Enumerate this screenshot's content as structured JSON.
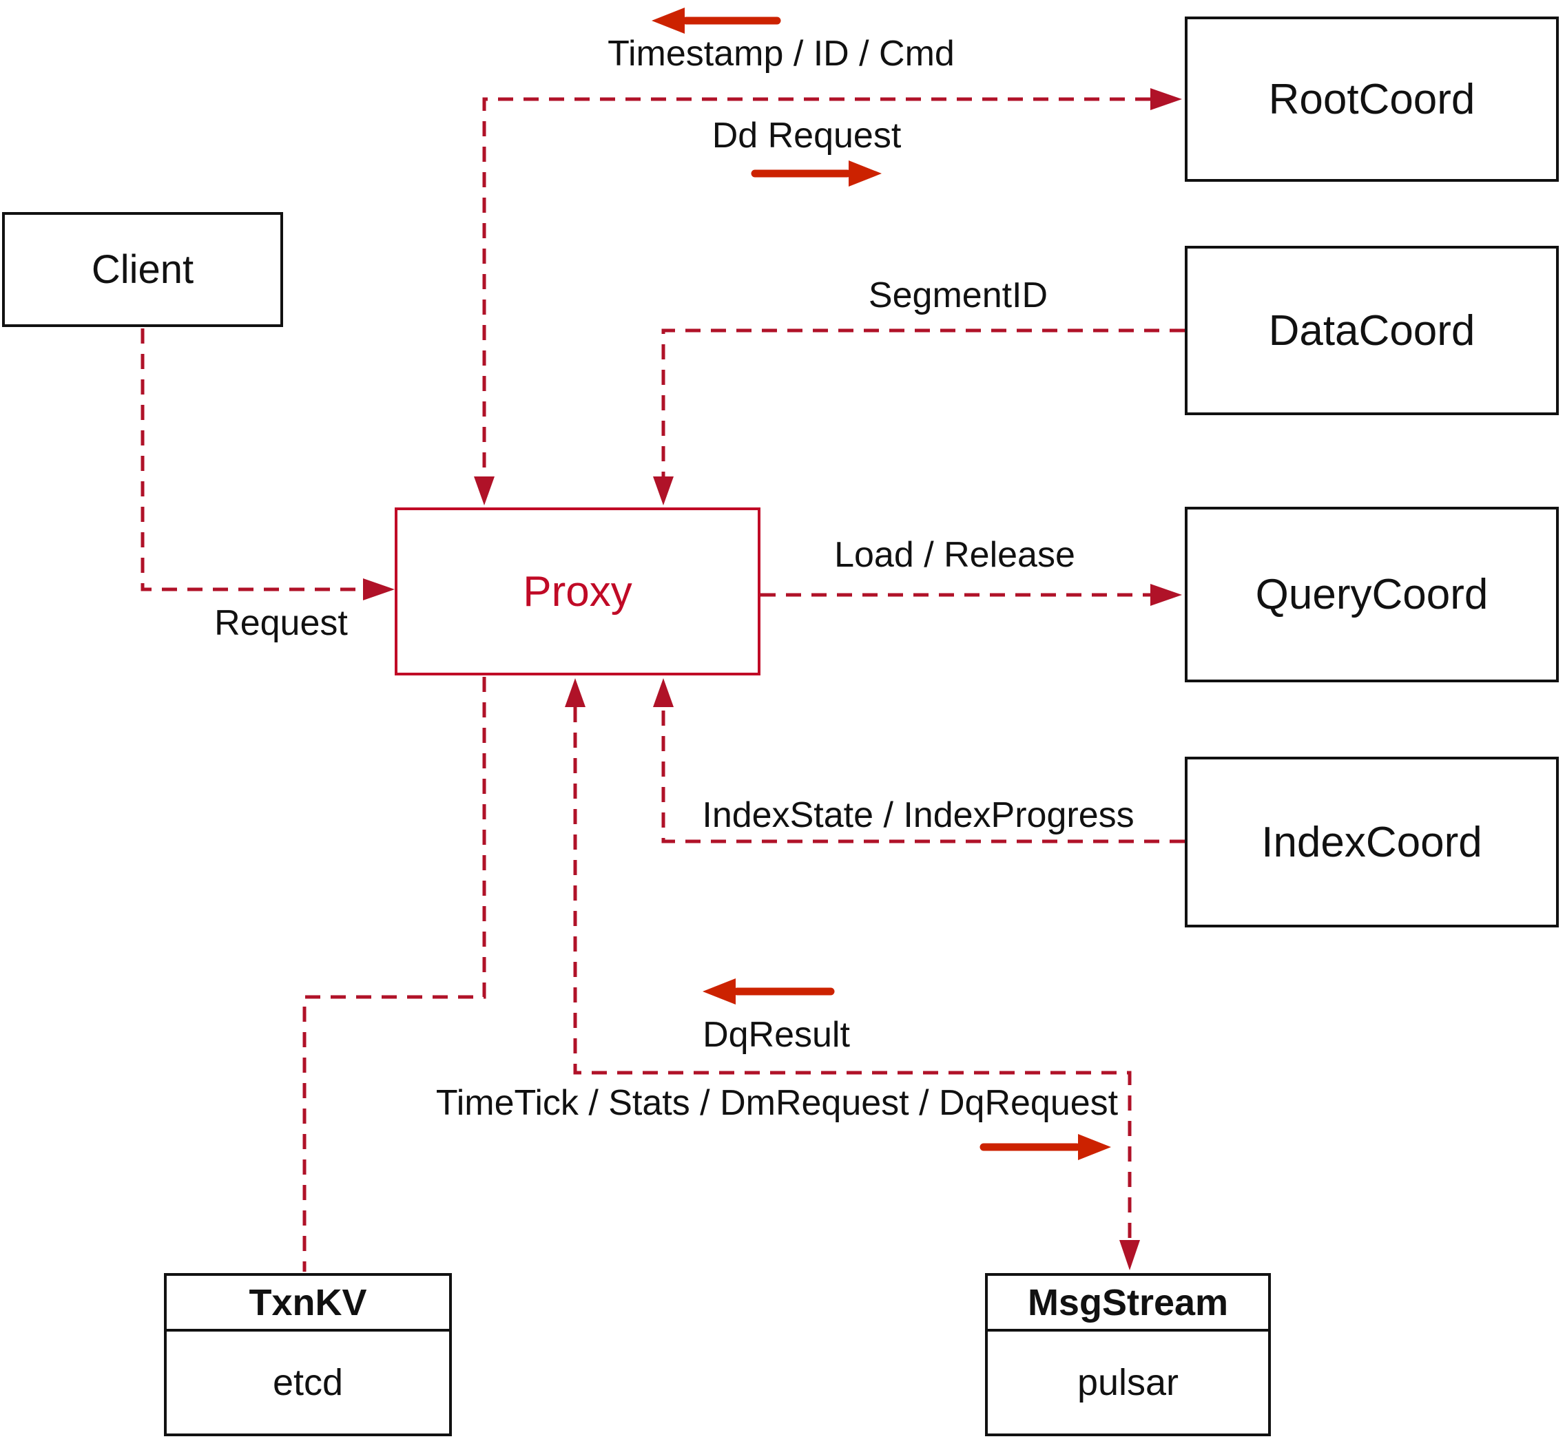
{
  "colors": {
    "edge": "#b01228",
    "arrow": "#cc2200",
    "proxy": "#c00a26",
    "ink": "#111111",
    "bg": "#ffffff"
  },
  "nodes": {
    "client": {
      "label": "Client"
    },
    "proxy": {
      "label": "Proxy"
    },
    "rootcoord": {
      "label": "RootCoord"
    },
    "datacoord": {
      "label": "DataCoord"
    },
    "querycoord": {
      "label": "QueryCoord"
    },
    "indexcoord": {
      "label": "IndexCoord"
    },
    "txnkv": {
      "title": "TxnKV",
      "subtitle": "etcd"
    },
    "msgstream": {
      "title": "MsgStream",
      "subtitle": "pulsar"
    }
  },
  "labels": {
    "timestamp": "Timestamp / ID / Cmd",
    "dd_request": "Dd Request",
    "segment_id": "SegmentID",
    "load_release": "Load / Release",
    "request": "Request",
    "index_state": "IndexState / IndexProgress",
    "dq_result": "DqResult",
    "timetick": "TimeTick / Stats / DmRequest / DqRequest"
  }
}
